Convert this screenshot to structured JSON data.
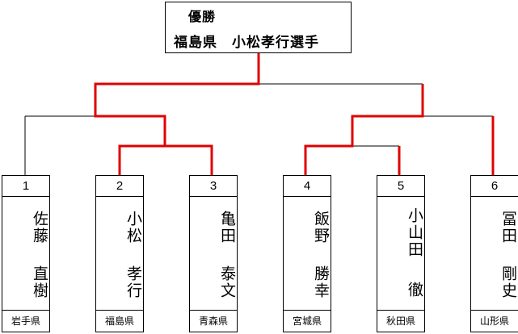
{
  "winner": {
    "title": "優勝",
    "name": "福島県　小松孝行選手"
  },
  "entrants": [
    {
      "seed": "1",
      "family": "佐藤",
      "given": "直樹",
      "prefecture": "岩手県"
    },
    {
      "seed": "2",
      "family": "小松",
      "given": "孝行",
      "prefecture": "福島県"
    },
    {
      "seed": "3",
      "family": "亀田",
      "given": "泰文",
      "prefecture": "青森県"
    },
    {
      "seed": "4",
      "family": "飯野",
      "given": "勝幸",
      "prefecture": "宮城県"
    },
    {
      "seed": "5",
      "family": "小山田",
      "given": "徹",
      "prefecture": "秋田県"
    },
    {
      "seed": "6",
      "family": "冨田",
      "given": "剛史",
      "prefecture": "山形県"
    }
  ],
  "colors": {
    "winning_path": "#e00000",
    "losing_path": "#000000",
    "border": "#000000"
  }
}
